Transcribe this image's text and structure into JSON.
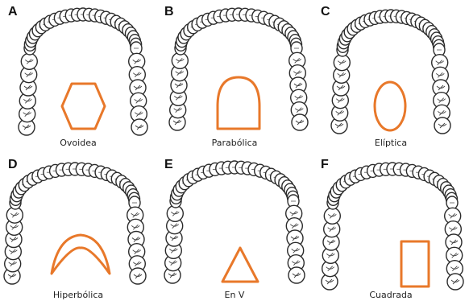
{
  "accent_color": "#e8782a",
  "panels": [
    {
      "letter": "A",
      "label": "Ovoidea",
      "shape": "hexagon"
    },
    {
      "letter": "B",
      "label": "Parabólica",
      "shape": "parabola"
    },
    {
      "letter": "C",
      "label": "Elíptica",
      "shape": "ellipse"
    },
    {
      "letter": "D",
      "label": "Hiperbólica",
      "shape": "hyperbola"
    },
    {
      "letter": "E",
      "label": "En V",
      "shape": "triangle"
    },
    {
      "letter": "F",
      "label": "Cuadrada",
      "shape": "rectangle"
    }
  ]
}
